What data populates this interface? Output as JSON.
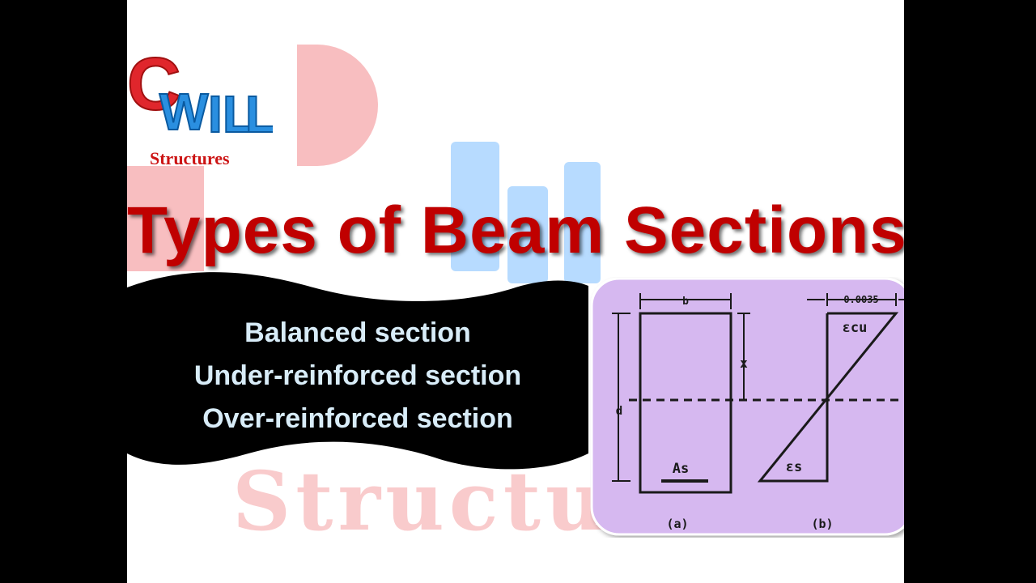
{
  "logo": {
    "letters": "CWILL",
    "text": "Structures"
  },
  "watermark": {
    "text": "Structure"
  },
  "title": "Types of Beam Sections",
  "banner": {
    "lines": [
      "Balanced section",
      "Under-reinforced section",
      "Over-reinforced section"
    ]
  },
  "diagram": {
    "label_b": "b",
    "label_x": "x",
    "label_d": "d",
    "label_as": "As",
    "label_strain": "0.0035",
    "label_ecu": "εcu",
    "label_es": "εs",
    "caption_a": "(a)",
    "caption_b": "(b)"
  },
  "colors": {
    "title": "#c00000",
    "banner_bg": "#000000",
    "banner_text": "#d8ecf8",
    "diagram_bg": "#d6b8f0",
    "logo_red": "#e0262c",
    "logo_blue": "#2a8fe0"
  }
}
